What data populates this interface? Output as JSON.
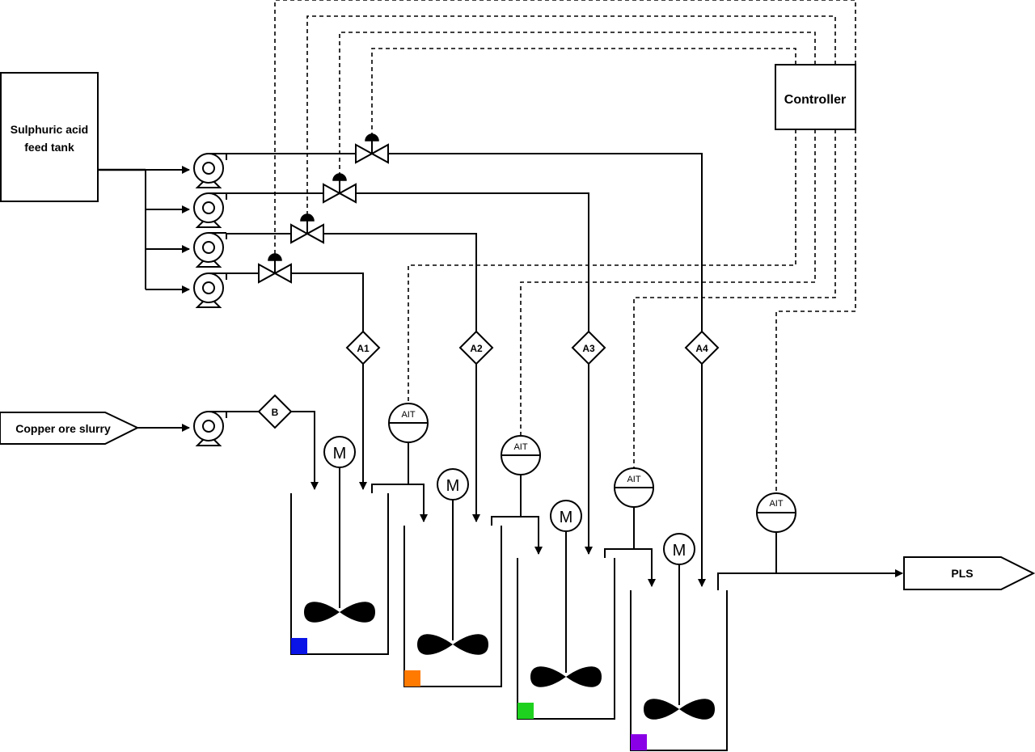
{
  "feed_tank": {
    "line1": "Sulphuric acid",
    "line2": "feed tank"
  },
  "controller": {
    "label": "Controller"
  },
  "ore_inlet": {
    "label": "Copper ore slurry"
  },
  "pls_outlet": {
    "label": "PLS"
  },
  "flow_elements": {
    "acid": [
      "A1",
      "A2",
      "A3",
      "A4"
    ],
    "slurry": "B"
  },
  "analyzers": {
    "label": "AIT"
  },
  "motors": {
    "label": "M"
  },
  "tank_colors": [
    "#0a14e6",
    "#ff7a00",
    "#1fd11f",
    "#8a00e6"
  ]
}
